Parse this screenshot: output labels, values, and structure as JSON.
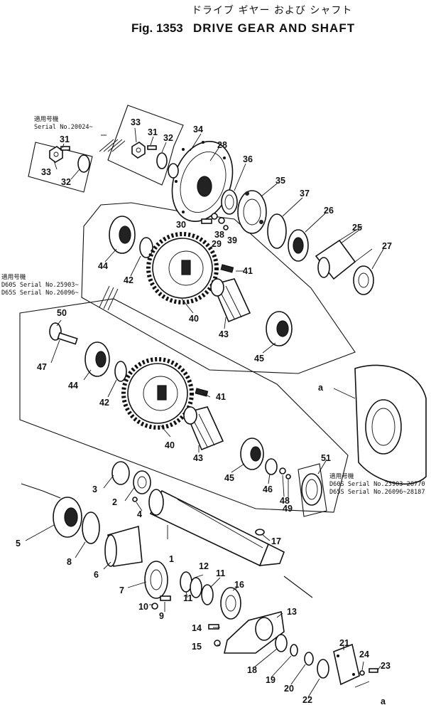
{
  "header": {
    "title_jp": "ドライブ ギヤー および シャフト",
    "fig_number": "Fig. 1353",
    "title_en": "DRIVE GEAR AND SHAFT"
  },
  "serial_notes": {
    "top_left": {
      "jp": "適用号機",
      "serial": "Serial No.20024~"
    },
    "middle_left": {
      "jp": "適用号機",
      "line1": "D60S Serial No.25903~",
      "line2": "D65S Serial No.26096~"
    },
    "right": {
      "jp": "適用号機",
      "line1": "D60S Serial No.25903~28770",
      "line2": "D65S Serial No.26096~28187"
    }
  },
  "callouts": [
    "a",
    "a"
  ],
  "part_numbers": [
    "1",
    "2",
    "3",
    "4",
    "5",
    "6",
    "7",
    "8",
    "9",
    "10",
    "11",
    "11",
    "12",
    "13",
    "14",
    "15",
    "16",
    "17",
    "18",
    "19",
    "20",
    "21",
    "22",
    "23",
    "24",
    "25",
    "26",
    "27",
    "28",
    "29",
    "30",
    "31",
    "31",
    "32",
    "32",
    "33",
    "33",
    "34",
    "35",
    "36",
    "37",
    "38",
    "39",
    "40",
    "40",
    "41",
    "41",
    "42",
    "42",
    "43",
    "43",
    "44",
    "44",
    "45",
    "45",
    "46",
    "47",
    "48",
    "49",
    "50",
    "51"
  ]
}
